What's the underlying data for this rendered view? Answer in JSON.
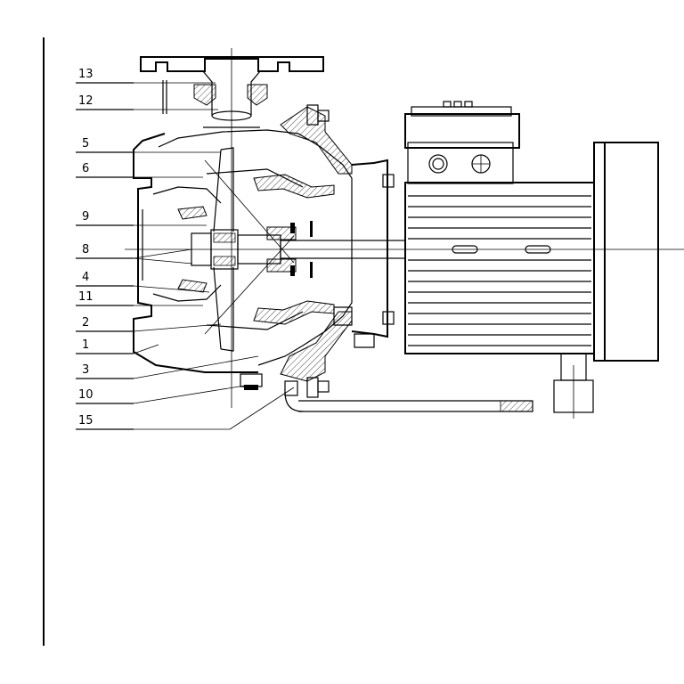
{
  "drawing": {
    "callouts": [
      {
        "id": "13",
        "text": "13"
      },
      {
        "id": "12",
        "text": "12"
      },
      {
        "id": "5",
        "text": "5"
      },
      {
        "id": "6",
        "text": "6"
      },
      {
        "id": "9",
        "text": "9"
      },
      {
        "id": "8",
        "text": "8"
      },
      {
        "id": "4",
        "text": "4"
      },
      {
        "id": "11",
        "text": "11"
      },
      {
        "id": "2",
        "text": "2"
      },
      {
        "id": "1",
        "text": "1"
      },
      {
        "id": "3",
        "text": "3"
      },
      {
        "id": "10",
        "text": "10"
      },
      {
        "id": "15",
        "text": "15"
      }
    ]
  }
}
